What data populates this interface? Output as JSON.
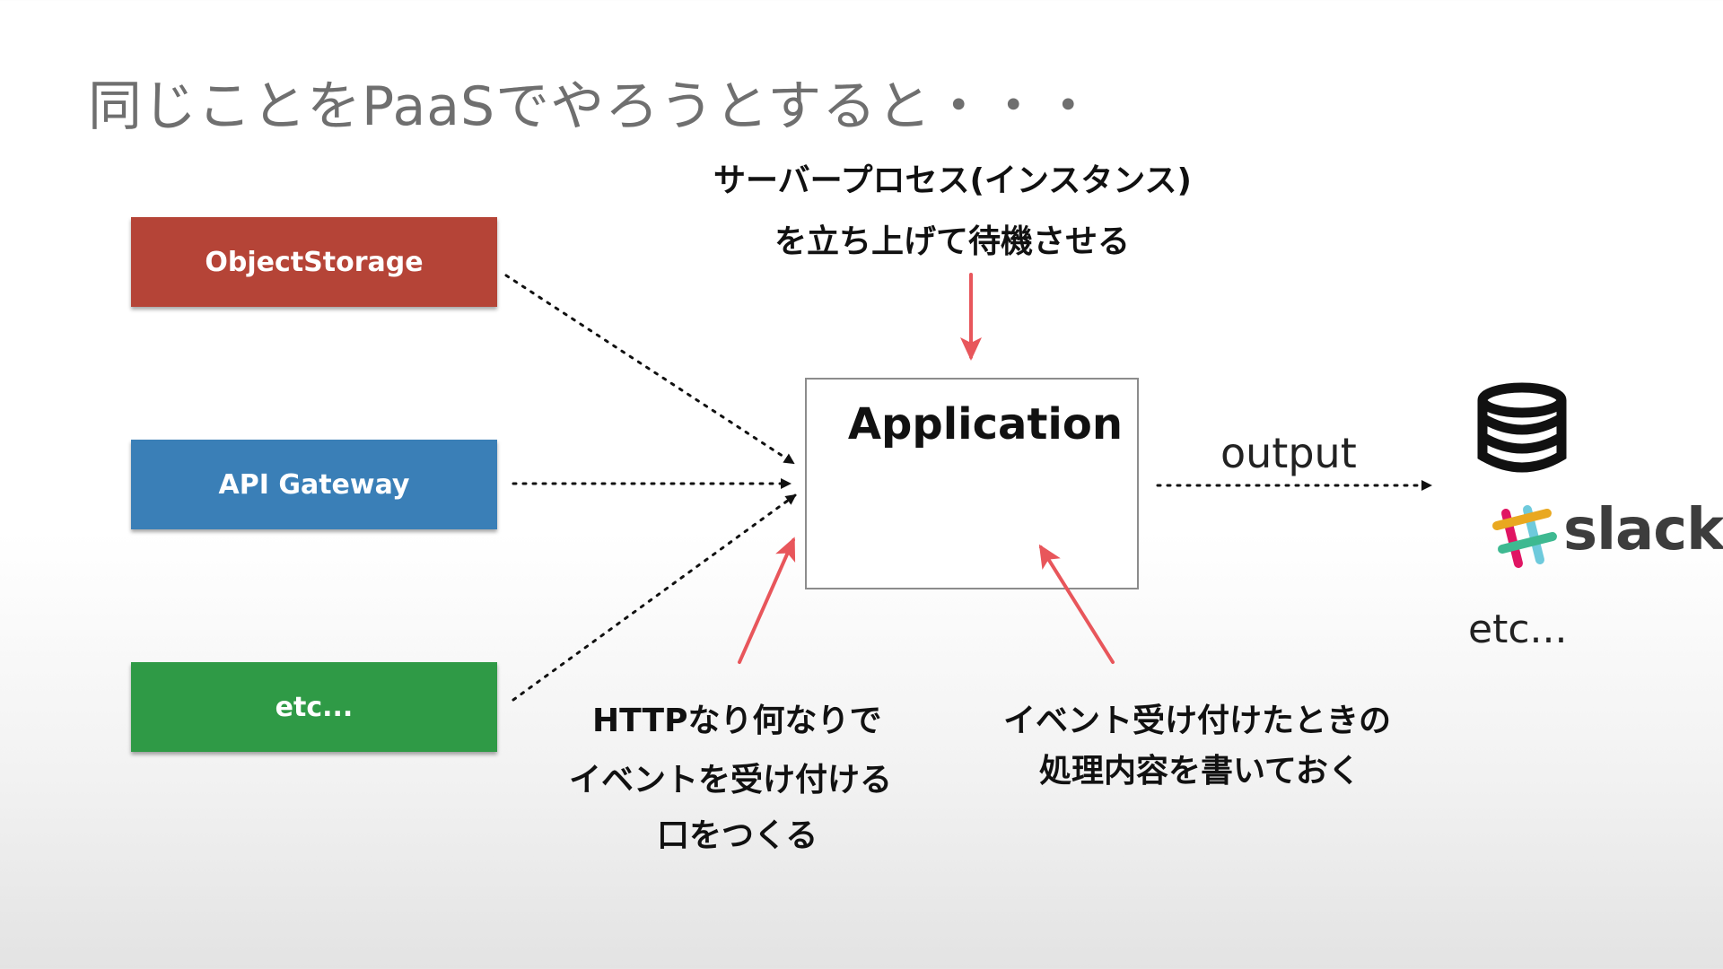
{
  "title": "同じことをPaaSでやろうとすると・・・",
  "sources": [
    {
      "label": "ObjectStorage",
      "color": "#b54437"
    },
    {
      "label": "API Gateway",
      "color": "#3a7fb7"
    },
    {
      "label": "etc...",
      "color": "#2f9a46"
    }
  ],
  "application": {
    "label": "Application"
  },
  "top_note": {
    "line1": "サーバープロセス(インスタンス)",
    "line2": "を立ち上げて待機させる"
  },
  "bottom_left_note": {
    "line1": "HTTPなり何なりで",
    "line2": "イベントを受け付ける",
    "line3": "口をつくる"
  },
  "bottom_right_note": {
    "line1": "イベント受け付けたときの",
    "line2": "処理内容を書いておく"
  },
  "output": {
    "label": "output"
  },
  "destinations": {
    "slack_label": "slack",
    "etc_label": "etc..."
  },
  "colors": {
    "accent_arrow": "#e8565b",
    "dotted": "#111111"
  }
}
